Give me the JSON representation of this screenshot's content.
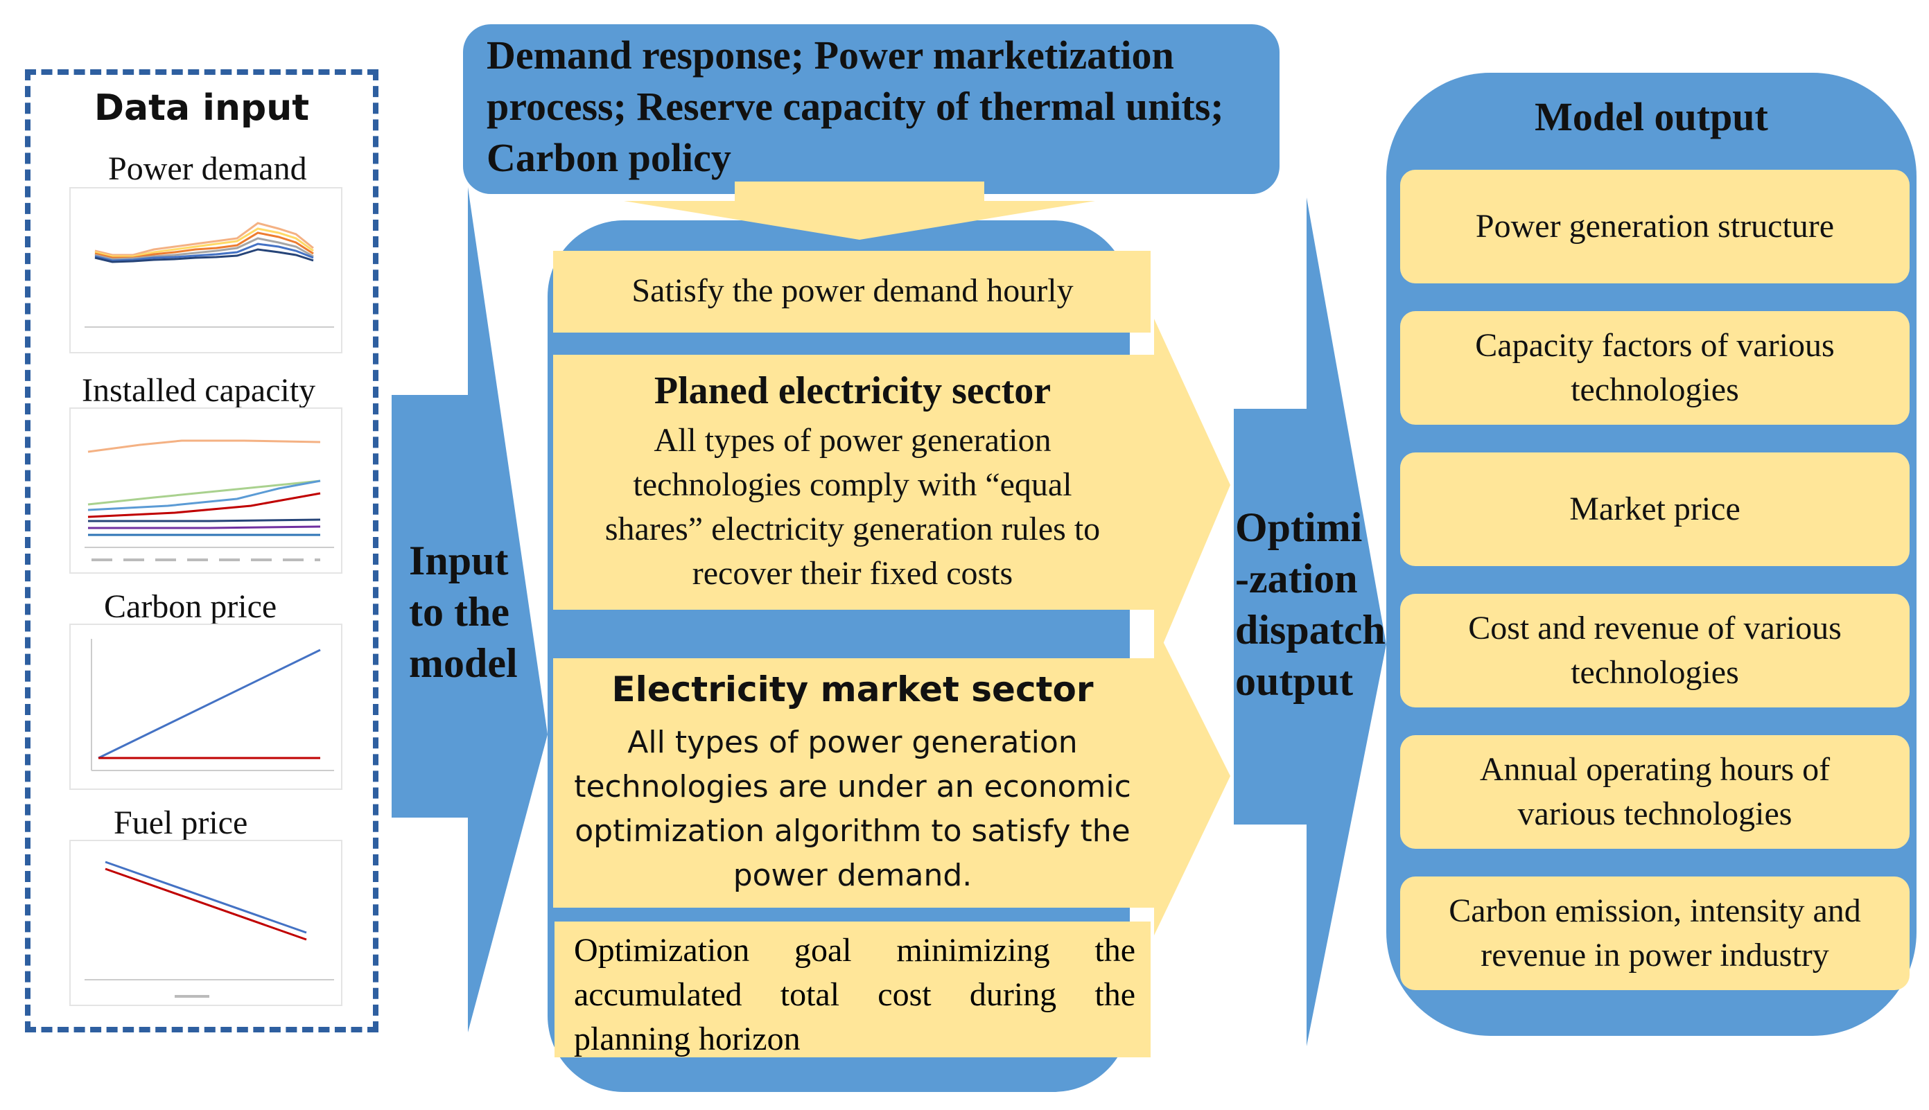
{
  "data_input": {
    "title": "Data input",
    "items": [
      {
        "label": "Power demand",
        "icon": "line-chart-thumbnail"
      },
      {
        "label": "Installed capacity",
        "icon": "line-chart-thumbnail"
      },
      {
        "label": "Carbon price",
        "icon": "line-chart-thumbnail"
      },
      {
        "label": "Fuel price",
        "icon": "line-chart-thumbnail"
      }
    ]
  },
  "policy_banner": {
    "text": "Demand response; Power marketization process; Reserve capacity of thermal units; Carbon policy"
  },
  "input_arrow": {
    "label": "Input to the model"
  },
  "middle": {
    "satisfy": "Satisfy the power demand hourly",
    "planned": {
      "title": "Planed electricity sector",
      "body": "All types of power generation technologies comply with “equal shares” electricity generation rules to recover their fixed costs"
    },
    "market": {
      "title": "Electricity market sector",
      "body": "All types of power generation technologies are under an economic optimization algorithm to satisfy the power demand."
    },
    "goal": "Optimization goal minimizing the accumulated total cost during the planning horizon"
  },
  "dispatch_arrow": {
    "label": "Optimi -zation dispatch output"
  },
  "model_output": {
    "title": "Model output",
    "items": [
      "Power generation structure",
      "Capacity factors of various technologies",
      "Market price",
      "Cost and revenue of various technologies",
      "Annual operating hours of various technologies",
      "Carbon emission, intensity and revenue in power industry"
    ]
  },
  "colors": {
    "blue": "#5b9bd5",
    "yellow": "#ffe699",
    "dashed_border": "#2e5fa0"
  }
}
